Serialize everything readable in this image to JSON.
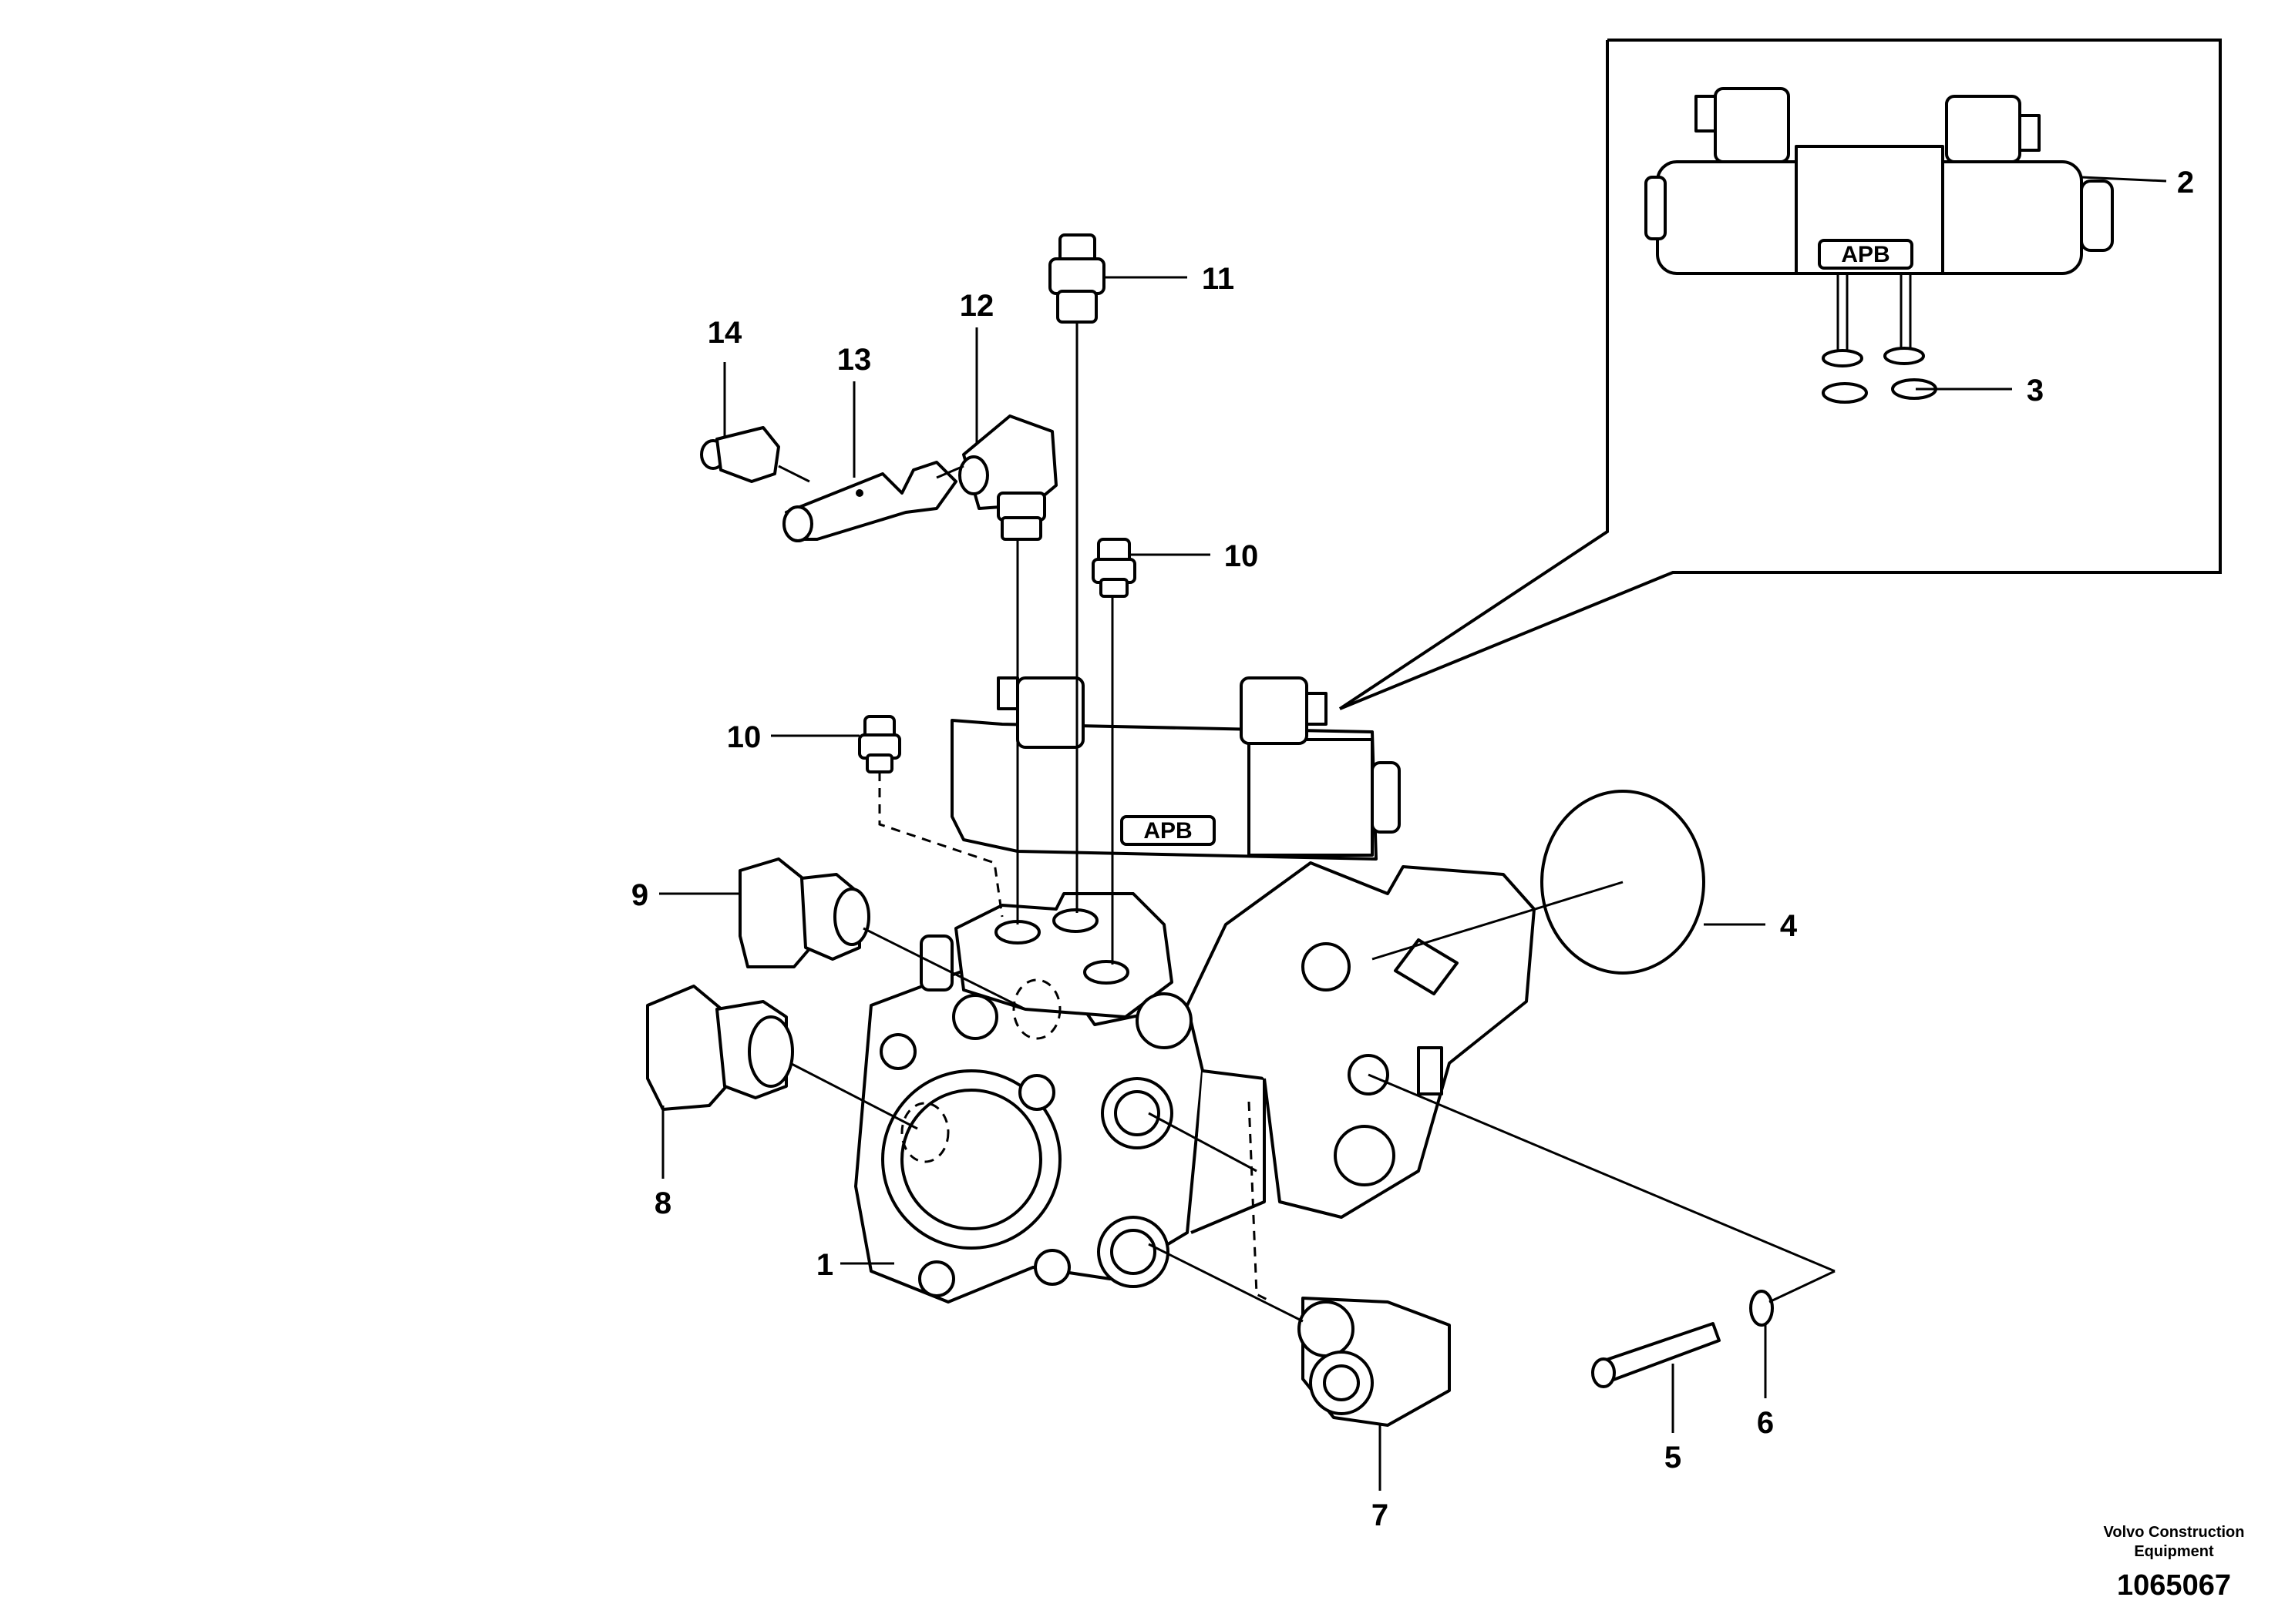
{
  "diagram": {
    "callouts": [
      {
        "id": "c1",
        "label": "1"
      },
      {
        "id": "c2",
        "label": "2"
      },
      {
        "id": "c3",
        "label": "3"
      },
      {
        "id": "c4",
        "label": "4"
      },
      {
        "id": "c5",
        "label": "5"
      },
      {
        "id": "c6",
        "label": "6"
      },
      {
        "id": "c7",
        "label": "7"
      },
      {
        "id": "c8",
        "label": "8"
      },
      {
        "id": "c9",
        "label": "9"
      },
      {
        "id": "c10a",
        "label": "10"
      },
      {
        "id": "c10b",
        "label": "10"
      },
      {
        "id": "c11",
        "label": "11"
      },
      {
        "id": "c12",
        "label": "12"
      },
      {
        "id": "c13",
        "label": "13"
      },
      {
        "id": "c14",
        "label": "14"
      }
    ],
    "valve_marking": "APB",
    "footer": {
      "brand_line1": "Volvo Construction",
      "brand_line2": "Equipment",
      "document_number": "1065067"
    }
  }
}
